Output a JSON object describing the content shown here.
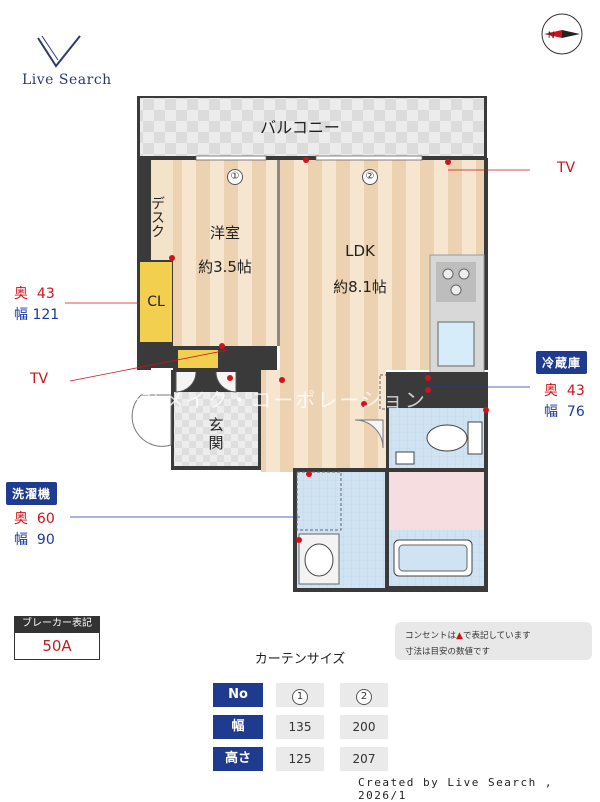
{
  "brand": {
    "name": "Live Search"
  },
  "plan": {
    "balcony": "バルコニー",
    "desk": "デスク",
    "closet": "CL",
    "western_room": {
      "name": "洋室",
      "size": "約3.5帖"
    },
    "ldk": {
      "name": "LDK",
      "size": "約8.1帖"
    },
    "entrance_top": "玄",
    "entrance_bottom": "関",
    "window_marks": [
      "①",
      "②"
    ],
    "watermark": "一社メイク・コーポレーション"
  },
  "callouts": {
    "tv_top": "TV",
    "tv_left": "TV",
    "closet": {
      "depth_label": "奥",
      "depth": "43",
      "width_label": "幅",
      "width": "121"
    },
    "fridge": {
      "tag": "冷蔵庫",
      "depth_label": "奥",
      "depth": "43",
      "width_label": "幅",
      "width": "76"
    },
    "washer": {
      "tag": "洗濯機",
      "depth_label": "奥",
      "depth": "60",
      "width_label": "幅",
      "width": "90"
    }
  },
  "breaker": {
    "title": "ブレーカー表記",
    "value": "50A"
  },
  "legend": {
    "line1_pre": "コンセントは",
    "line1_post": "で表記しています",
    "line2": "寸法は目安の数値です"
  },
  "curtain": {
    "title": "カーテンサイズ",
    "headers": {
      "no": "No",
      "width": "幅",
      "height": "高さ"
    },
    "columns": [
      {
        "no": "1",
        "width": "135",
        "height": "125"
      },
      {
        "no": "2",
        "width": "200",
        "height": "207"
      }
    ]
  },
  "credit": "Created by Live Search , 2026/1",
  "colors": {
    "navy": "#1f3b8f",
    "red": "#d0121b",
    "floor_wood": "#ecd2b0",
    "tile_blue": "#cfe3f3"
  }
}
